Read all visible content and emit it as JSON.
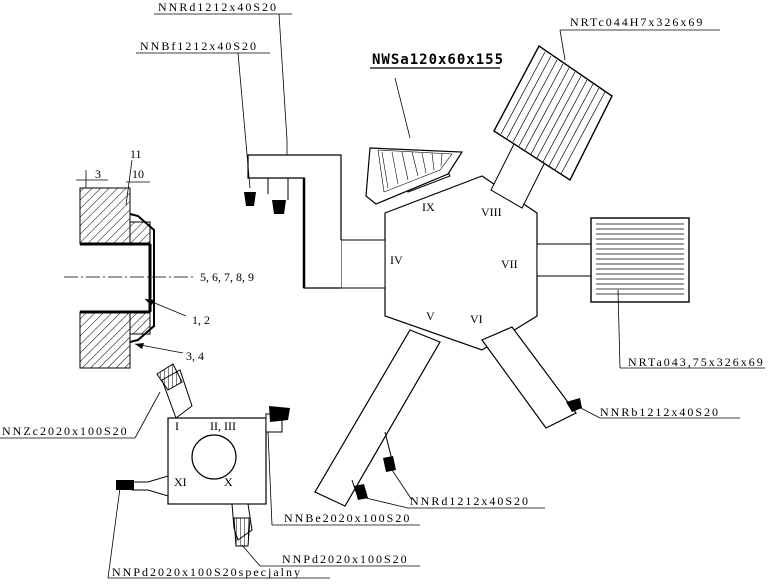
{
  "labels": {
    "nwsa": "NWSa120x60x155",
    "nnrd_top": "NNRd1212x40S20",
    "nnbf": "NNBf1212x40S20",
    "nrtc": "NRTc044H7x326x69",
    "nrta": "NRTa043,75x326x69",
    "nnrb": "NNRb1212x40S20",
    "nnrd_bottom": "NNRd1212x40S20",
    "nnzc": "NNZc2020x100S20",
    "nnbe": "NNBe2020x100S20",
    "nnpd": "NNPd2020x100S20",
    "nnpd_special": "NNPd2020x100S20specjalny"
  },
  "part_refs": {
    "r3": "3",
    "r11": "11",
    "r10": "10",
    "r5to9": "5, 6, 7, 8, 9",
    "r12": "1, 2",
    "r34": "3, 4"
  },
  "stations": {
    "s1": "I",
    "s2_3": "II, III",
    "s4": "IV",
    "s5": "V",
    "s6": "VI",
    "s7": "VII",
    "s8": "VIII",
    "s9": "IX",
    "s10": "X",
    "s11": "XI"
  }
}
